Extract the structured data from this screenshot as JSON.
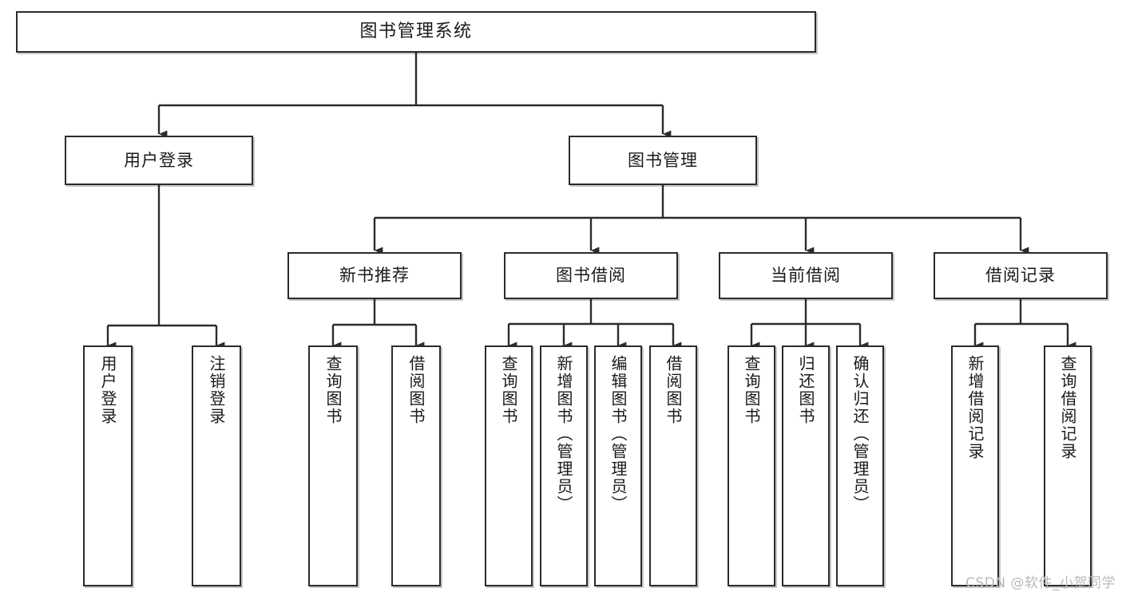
{
  "diagram": {
    "title": "图书管理系统",
    "type": "tree",
    "watermark": "CSDN @软件_小贺同学",
    "colors": {
      "background": "#ffffff",
      "node_border": "#2b2b2b",
      "node_fill": "#ffffff",
      "edge": "#2b2b2b",
      "watermark": "#b9b9b9"
    },
    "nodes": {
      "root": {
        "label": "图书管理系统",
        "level": 0,
        "orientation": "horizontal"
      },
      "l1": [
        {
          "id": "user-login",
          "label": "用户登录",
          "level": 1,
          "orientation": "horizontal"
        },
        {
          "id": "book-manage",
          "label": "图书管理",
          "level": 1,
          "orientation": "horizontal"
        }
      ],
      "l2": [
        {
          "id": "new-book-recommend",
          "label": "新书推荐",
          "level": 2,
          "orientation": "horizontal"
        },
        {
          "id": "book-borrow",
          "label": "图书借阅",
          "level": 2,
          "orientation": "horizontal"
        },
        {
          "id": "current-borrow",
          "label": "当前借阅",
          "level": 2,
          "orientation": "horizontal"
        },
        {
          "id": "borrow-record",
          "label": "借阅记录",
          "level": 2,
          "orientation": "horizontal"
        }
      ],
      "leaves": [
        {
          "id": "leaf-user-login",
          "label": "用户登录",
          "parent": "user-login",
          "orientation": "vertical"
        },
        {
          "id": "leaf-user-logout",
          "label": "注销登录",
          "parent": "user-login",
          "orientation": "vertical"
        },
        {
          "id": "leaf-query-book-1",
          "label": "查询图书",
          "parent": "new-book-recommend",
          "orientation": "vertical"
        },
        {
          "id": "leaf-borrow-book-1",
          "label": "借阅图书",
          "parent": "new-book-recommend",
          "orientation": "vertical"
        },
        {
          "id": "leaf-query-book-2",
          "label": "查询图书",
          "parent": "book-borrow",
          "orientation": "vertical"
        },
        {
          "id": "leaf-add-book",
          "label": "新增图书（管理员）",
          "parent": "book-borrow",
          "orientation": "vertical"
        },
        {
          "id": "leaf-edit-book",
          "label": "编辑图书（管理员）",
          "parent": "book-borrow",
          "orientation": "vertical"
        },
        {
          "id": "leaf-borrow-book-2",
          "label": "借阅图书",
          "parent": "book-borrow",
          "orientation": "vertical"
        },
        {
          "id": "leaf-query-book-3",
          "label": "查询图书",
          "parent": "current-borrow",
          "orientation": "vertical"
        },
        {
          "id": "leaf-return-book",
          "label": "归还图书",
          "parent": "current-borrow",
          "orientation": "vertical"
        },
        {
          "id": "leaf-confirm-return",
          "label": "确认归还（管理员）",
          "parent": "current-borrow",
          "orientation": "vertical"
        },
        {
          "id": "leaf-add-record",
          "label": "新增借阅记录",
          "parent": "borrow-record",
          "orientation": "vertical"
        },
        {
          "id": "leaf-query-record",
          "label": "查询借阅记录",
          "parent": "borrow-record",
          "orientation": "vertical"
        }
      ]
    },
    "edges": [
      {
        "from": "root",
        "to": "user-login"
      },
      {
        "from": "root",
        "to": "book-manage"
      },
      {
        "from": "user-login",
        "to": "leaf-user-login"
      },
      {
        "from": "user-login",
        "to": "leaf-user-logout"
      },
      {
        "from": "book-manage",
        "to": "new-book-recommend"
      },
      {
        "from": "book-manage",
        "to": "book-borrow"
      },
      {
        "from": "book-manage",
        "to": "current-borrow"
      },
      {
        "from": "book-manage",
        "to": "borrow-record"
      },
      {
        "from": "new-book-recommend",
        "to": "leaf-query-book-1"
      },
      {
        "from": "new-book-recommend",
        "to": "leaf-borrow-book-1"
      },
      {
        "from": "book-borrow",
        "to": "leaf-query-book-2"
      },
      {
        "from": "book-borrow",
        "to": "leaf-add-book"
      },
      {
        "from": "book-borrow",
        "to": "leaf-edit-book"
      },
      {
        "from": "book-borrow",
        "to": "leaf-borrow-book-2"
      },
      {
        "from": "current-borrow",
        "to": "leaf-query-book-3"
      },
      {
        "from": "current-borrow",
        "to": "leaf-return-book"
      },
      {
        "from": "current-borrow",
        "to": "leaf-confirm-return"
      },
      {
        "from": "borrow-record",
        "to": "leaf-add-record"
      },
      {
        "from": "borrow-record",
        "to": "leaf-query-record"
      }
    ]
  }
}
